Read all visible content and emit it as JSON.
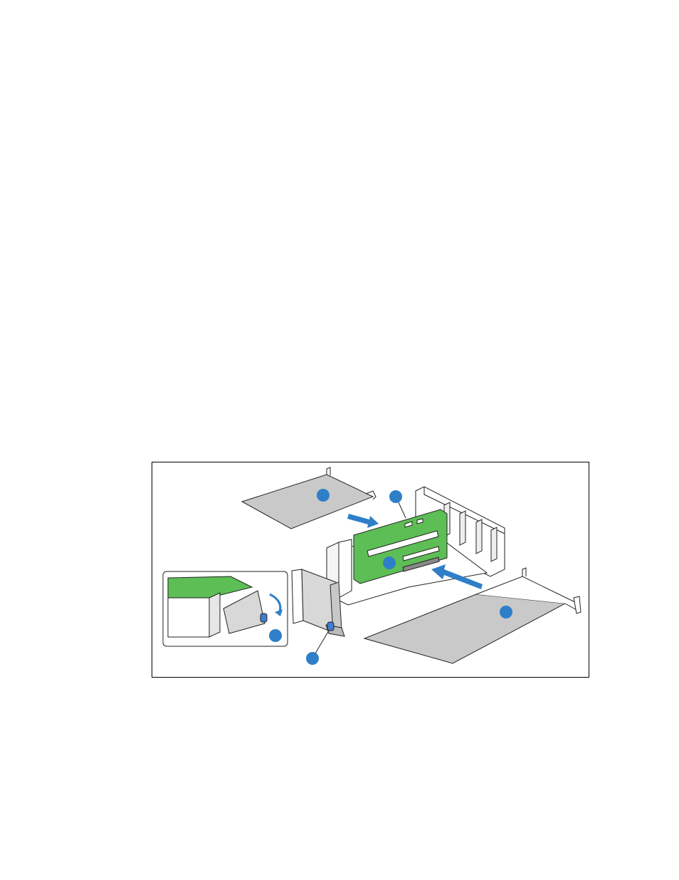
{
  "figure": {
    "colors": {
      "callout": "#2f7fc8",
      "arrow": "#2f7fc8",
      "card_fill": "#c9c9c9",
      "board_fill": "#5dbe55",
      "outline": "#222222",
      "cage_fill": "#ffffff",
      "latch_blue": "#3f7fd0"
    },
    "callouts": [
      {
        "id": 1,
        "shape": "blue-circle"
      },
      {
        "id": 2,
        "shape": "blue-circle"
      },
      {
        "id": 3,
        "shape": "blue-circle"
      },
      {
        "id": 4,
        "shape": "blue-circle"
      },
      {
        "id": 5,
        "shape": "blue-circle"
      },
      {
        "id": 6,
        "shape": "blue-circle"
      }
    ]
  }
}
